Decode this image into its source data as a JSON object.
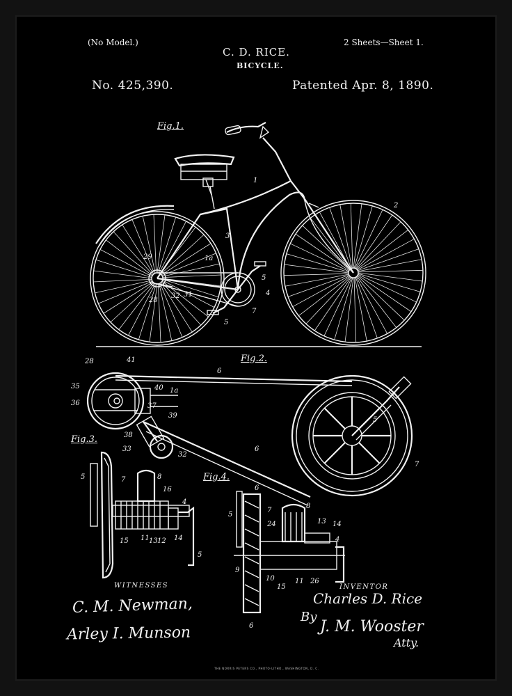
{
  "header": {
    "no_model": "(No Model.)",
    "inventor_name": "C. D. RICE.",
    "title": "BICYCLE.",
    "sheets": "2 Sheets—Sheet 1.",
    "patent_no": "No. 425,390.",
    "patented": "Patented Apr. 8, 1890."
  },
  "figures": {
    "fig1": "Fig.1.",
    "fig2": "Fig.2.",
    "fig3": "Fig.3.",
    "fig4": "Fig.4."
  },
  "labels": {
    "witnesses": "WITNESSES",
    "inventor": "INVENTOR"
  },
  "signatures": {
    "witness1": "C. M. Newman,",
    "witness2": "Arley I. Munson",
    "inventor": "Charles D. Rice",
    "by": "By",
    "attorney": "J. M. Wooster",
    "atty": "Atty."
  },
  "footer": "THE NORRIS PETERS CO., PHOTO-LITHO., WASHINGTON, D. C."
}
